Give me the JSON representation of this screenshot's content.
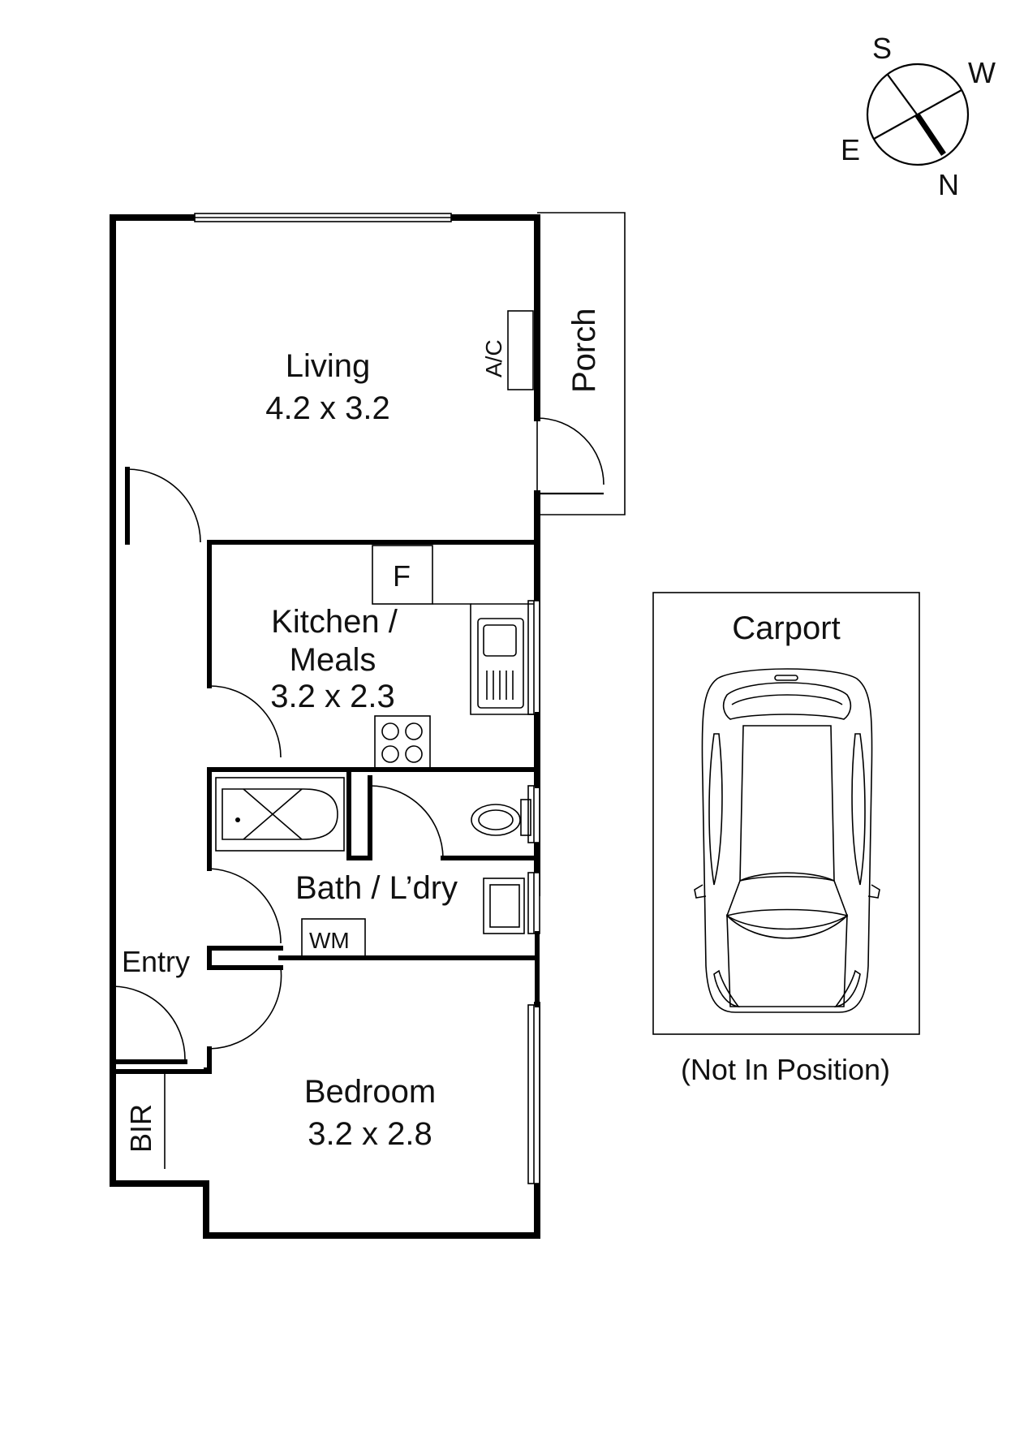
{
  "rooms": {
    "living": {
      "name": "Living",
      "size": "4.2 x 3.2"
    },
    "kitchen": {
      "name_line1": "Kitchen /",
      "name_line2": "Meals",
      "size": "3.2 x 2.3"
    },
    "bath": {
      "name": "Bath / L’dry"
    },
    "bedroom": {
      "name": "Bedroom",
      "size": "3.2 x 2.8"
    },
    "entry": {
      "name": "Entry"
    },
    "bir": {
      "name": "BIR"
    },
    "porch": {
      "name": "Porch"
    },
    "carport": {
      "name": "Carport",
      "note": "(Not In Position)"
    }
  },
  "fixtures": {
    "ac": "A/C",
    "fridge": "F",
    "washing_machine": "WM"
  },
  "compass": {
    "s": "S",
    "w": "W",
    "e": "E",
    "n": "N"
  }
}
